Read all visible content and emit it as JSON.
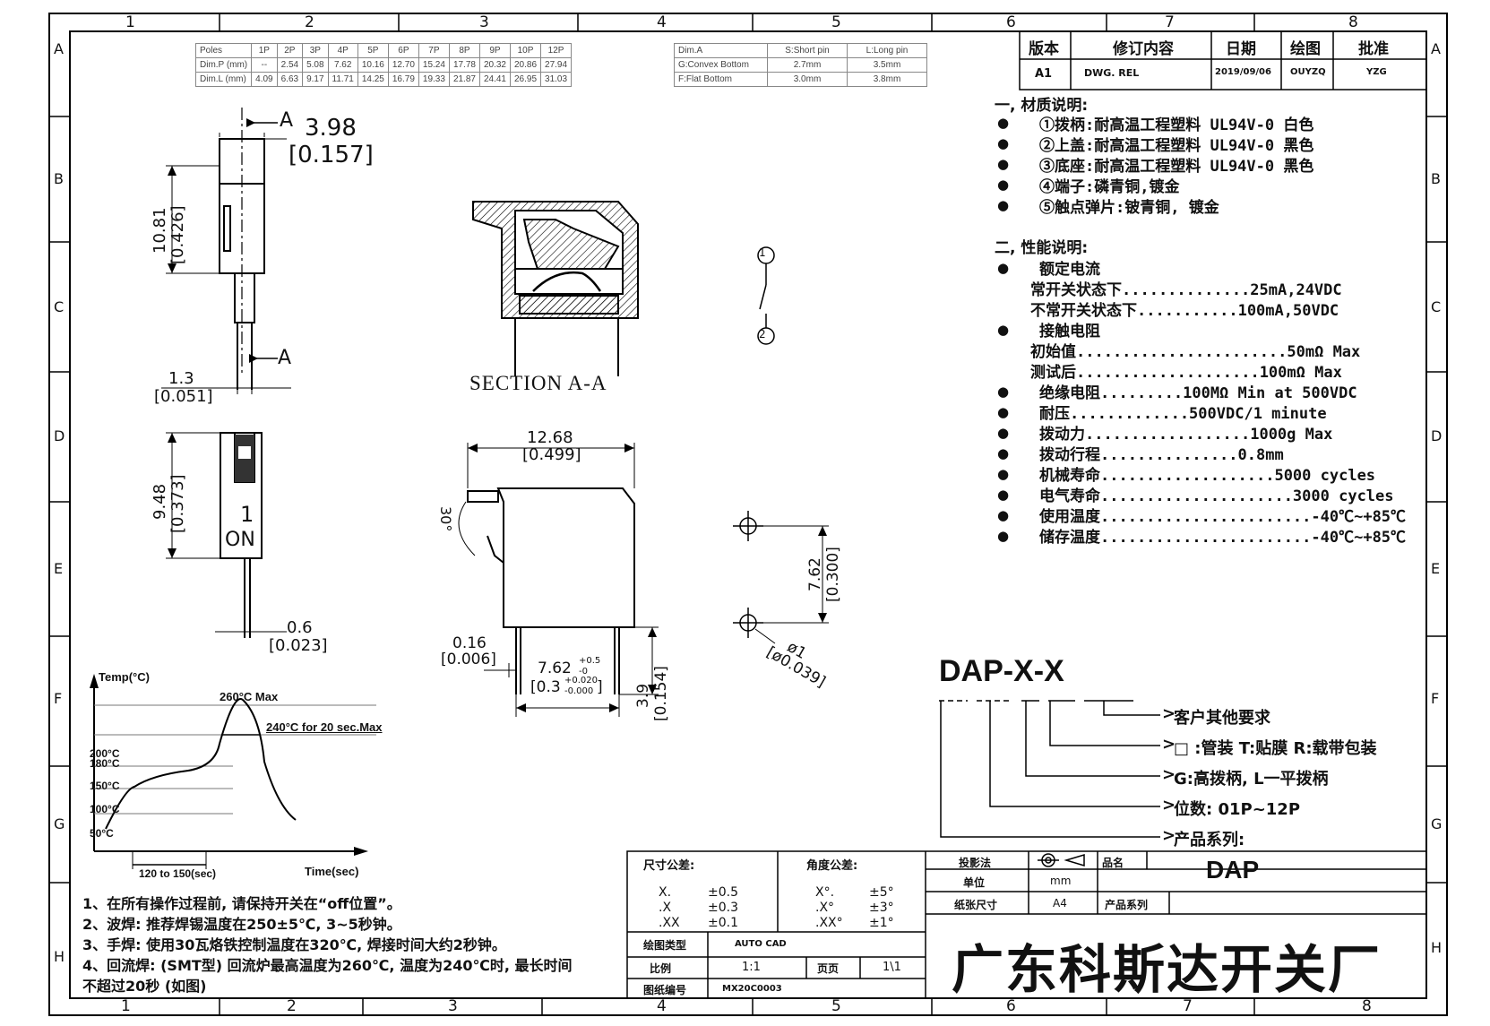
{
  "frame": {
    "col_numbers": [
      "1",
      "2",
      "3",
      "4",
      "5",
      "6",
      "7",
      "8"
    ],
    "row_letters": [
      "A",
      "B",
      "C",
      "D",
      "E",
      "F",
      "G",
      "H"
    ]
  },
  "pole_table": {
    "headers": [
      "Poles",
      "1P",
      "2P",
      "3P",
      "4P",
      "5P",
      "6P",
      "7P",
      "8P",
      "9P",
      "10P",
      "12P"
    ],
    "rows": [
      [
        "Dim.P (mm)",
        "--",
        "2.54",
        "5.08",
        "7.62",
        "10.16",
        "12.70",
        "15.24",
        "17.78",
        "20.32",
        "20.86",
        "27.94"
      ],
      [
        "Dim.L (mm)",
        "4.09",
        "6.63",
        "9.17",
        "11.71",
        "14.25",
        "16.79",
        "19.33",
        "21.87",
        "24.41",
        "26.95",
        "31.03"
      ]
    ]
  },
  "pin_table": {
    "headers": [
      "Dim.A",
      "S:Short pin",
      "L:Long pin"
    ],
    "rows": [
      [
        "G:Convex Bottom",
        "2.7mm",
        "3.5mm"
      ],
      [
        "F:Flat Bottom",
        "3.0mm",
        "3.8mm"
      ]
    ]
  },
  "revision_table": {
    "headers": [
      "版本",
      "修订内容",
      "日期",
      "绘图",
      "批准"
    ],
    "row": [
      "A1",
      "DWG. REL",
      "2019/09/06",
      "OUYZQ",
      "YZG"
    ]
  },
  "materials": {
    "heading": "一, 材质说明:",
    "items": [
      "①拨柄:耐高温工程塑料 UL94V-0 白色",
      "②上盖:耐高温工程塑料 UL94V-0 黑色",
      "③底座:耐高温工程塑料 UL94V-0 黑色",
      "④端子:磷青铜,镀金",
      "⑤触点弹片:铍青铜, 镀金"
    ]
  },
  "performance": {
    "heading": "二, 性能说明:",
    "rated_current": "额定电流",
    "rated_lines": [
      "常开关状态下..............25mA,24VDC",
      "不常开关状态下...........100mA,50VDC"
    ],
    "contact_resistance": "接触电阻",
    "contact_lines": [
      "初始值.......................50mΩ  Max",
      "测试后....................100mΩ  Max"
    ],
    "items": [
      "绝缘电阻.........100MΩ  Min at 500VDC",
      "耐压.............500VDC/1 minute",
      "拨动力..................1000g Max",
      "拨动行程...............0.8mm",
      "机械寿命...................5000 cycles",
      "电气寿命.....................3000 cycles",
      "使用温度.......................-40℃~+85℃",
      "储存温度.......................-40℃~+85℃"
    ]
  },
  "dimensions": {
    "a_label": "A",
    "top_width": "3.98",
    "top_width_in": "[0.157]",
    "height": "10.81",
    "height_in": "[0.426]",
    "pin_w": "1.3",
    "pin_w_in": "[0.051]",
    "front_h": "9.48",
    "front_h_in": "[0.373]",
    "front_pin": "0.6",
    "front_pin_in": "[0.023]",
    "section_label": "SECTION  A-A",
    "body_w": "12.68",
    "body_w_in": "[0.499]",
    "angle": "30°",
    "pin_t": "0.16",
    "pin_t_in": "[0.006]",
    "pitch": "7.62",
    "pitch_tol_up": "+0.5",
    "pitch_tol_dn": "-0",
    "pitch_in": "[0.3",
    "pitch_in_tol_up": "+0.020",
    "pitch_in_tol_dn": "-0.000",
    "pitch_in_close": "]",
    "pin_len": "3.9",
    "pin_len_in": "[0.154]",
    "hole_pitch": "7.62",
    "hole_pitch_in": "[0.300]",
    "hole_dia": "ø1",
    "hole_dia_in": "[ø0.039]",
    "switch_pin1": "1",
    "switch_pin2": "2",
    "actuator_num": "1",
    "actuator_on": "ON"
  },
  "part_number": {
    "code": "DAP-X-X",
    "legend": [
      "客户其他要求",
      "□ :管装  T:贴膜   R:载带包装",
      "G:高拨柄, L一平拨柄",
      "位数: 01P~12P",
      "产品系列:"
    ]
  },
  "profile": {
    "y_label": "Temp(°C)",
    "x_label": "Time(sec)",
    "peak": "260°C Max",
    "dwell": "240°C for 20 sec.Max",
    "levels": [
      "200°C",
      "180°C",
      "150°C",
      "100°C",
      "50°C"
    ],
    "preheat": "120 to 150(sec)"
  },
  "notes": [
    "1、在所有操作过程前, 请保持开关在“off位置”。",
    "2、波焊: 推荐焊锡温度在250±5℃, 3~5秒钟。",
    "3、手焊: 使用30瓦烙铁控制温度在320℃, 焊接时间大约2秒钟。",
    "4、回流焊: (SMT型) 回流炉最高温度为260℃, 温度为240℃时, 最长时间",
    "不超过20秒 (如图)"
  ],
  "title_block": {
    "dim_tol_label": "尺寸公差:",
    "dim_tols": [
      [
        "X.",
        "±0.5"
      ],
      [
        ".X",
        "±0.3"
      ],
      [
        ".XX",
        "±0.1"
      ]
    ],
    "ang_tol_label": "角度公差:",
    "ang_tols": [
      [
        "X°.",
        "±5°"
      ],
      [
        ".X°",
        "±3°"
      ],
      [
        ".XX°",
        "±1°"
      ]
    ],
    "projection_label": "投影法",
    "unit_label": "单位",
    "unit_value": "mm",
    "paper_label": "纸张尺寸",
    "paper_value": "A4",
    "name_label": "品名",
    "name_value": "DAP",
    "series_label": "产品系列",
    "software_label": "绘图类型",
    "software_value": "AUTO CAD",
    "scale_label": "比例",
    "scale_value": "1:1",
    "page_label": "页页",
    "page_value": "1\\1",
    "drawing_no_label": "图纸编号",
    "drawing_no_value": "MX20C0003",
    "company": "广东科斯达开关厂"
  }
}
